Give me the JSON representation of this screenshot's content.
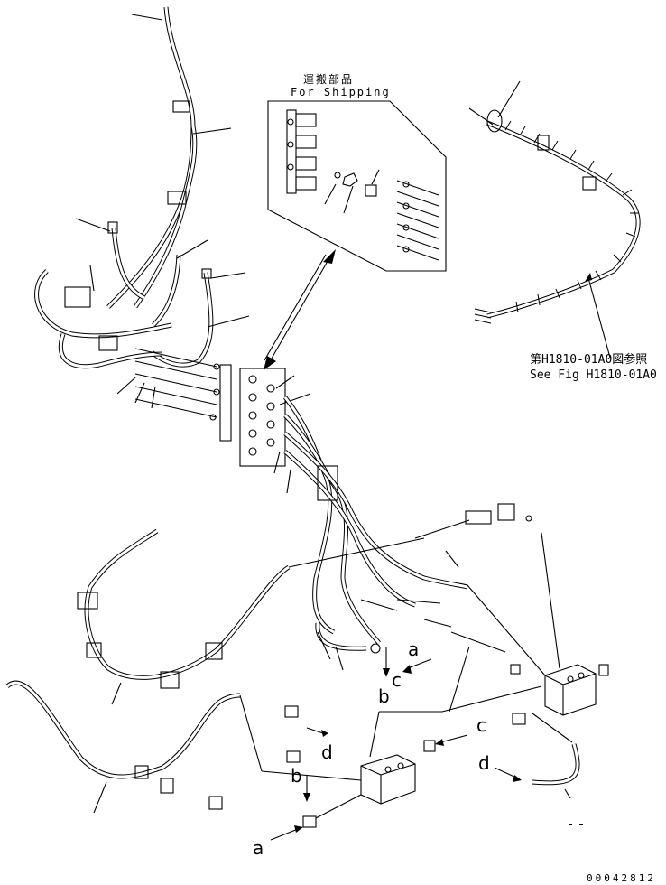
{
  "inset_shipping": {
    "title_jp": "運搬部品",
    "title_en": "For Shipping"
  },
  "reference": {
    "jp": "第H1810-01A0図参照",
    "en": "See Fig H1810-01A0"
  },
  "connection_letters": {
    "a_top": "a",
    "b_top": "b",
    "c_top": "c",
    "c_right": "c",
    "d_mid": "d",
    "d_right": "d",
    "b_lower": "b",
    "a_lower": "a"
  },
  "document_number": "00042812"
}
